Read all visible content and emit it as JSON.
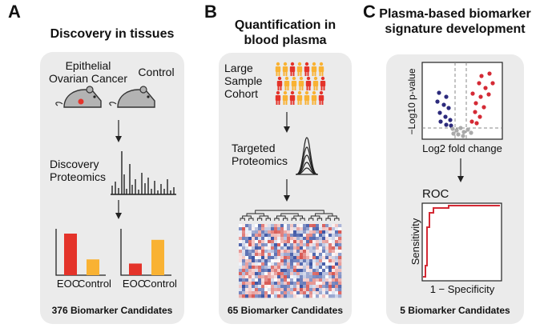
{
  "panels": [
    {
      "letter": "A",
      "title": "Discovery in tissues",
      "mouse_labels": {
        "left": "Epithelial\nOvarian Cancer",
        "right": "Control"
      },
      "step_label": "Discovery\nProteomics",
      "bar_groups": [
        {
          "labels": [
            "EOC",
            "Control"
          ],
          "values": [
            1.0,
            0.38
          ]
        },
        {
          "labels": [
            "EOC",
            "Control"
          ],
          "values": [
            0.28,
            0.85
          ]
        }
      ],
      "footer": "376 Biomarker Candidates"
    },
    {
      "letter": "B",
      "title": "Quantification in\nblood plasma",
      "cohort_label": "Large\nSample\nCohort",
      "step_label": "Targeted\nProteomics",
      "footer": "65 Biomarker Candidates"
    },
    {
      "letter": "C",
      "title": "Plasma-based biomarker\nsignature development",
      "volcano": {
        "ylabel": "−Log10 p-value",
        "xlabel": "Log2 fold change"
      },
      "roc": {
        "title": "ROC",
        "ylabel": "Sensitivity",
        "xlabel": "1 − Specificity"
      },
      "footer": "5 Biomarker Candidates"
    }
  ],
  "colors": {
    "eoc_bar": "#e4332a",
    "control_bar": "#f9b233",
    "red_dot": "#d42a35",
    "blue_dot": "#2c2a7c",
    "gray_dot": "#aaaaaa",
    "panel_bg": "#ebebeb"
  }
}
